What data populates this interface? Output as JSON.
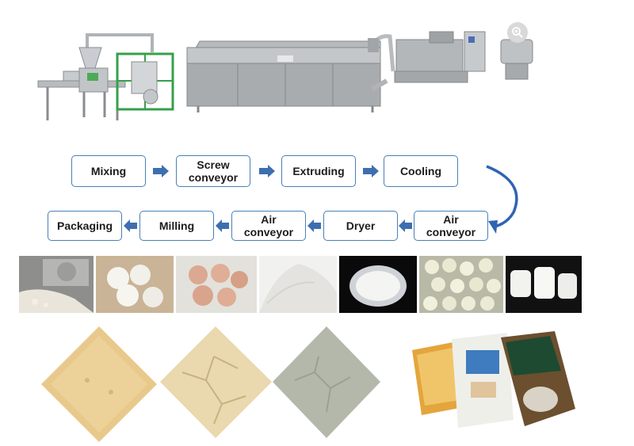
{
  "process": {
    "row1": [
      {
        "lines": [
          "Mixing"
        ]
      },
      {
        "lines": [
          "Screw",
          "conveyor"
        ]
      },
      {
        "lines": [
          "Extruding"
        ]
      },
      {
        "lines": [
          "Cooling"
        ]
      }
    ],
    "row2": [
      {
        "lines": [
          "Air",
          "conveyor"
        ]
      },
      {
        "lines": [
          "Dryer"
        ]
      },
      {
        "lines": [
          "Air",
          "conveyor"
        ]
      },
      {
        "lines": [
          "Milling"
        ]
      },
      {
        "lines": [
          "Packaging"
        ]
      }
    ]
  },
  "colors": {
    "box_border": "#4a7fb8",
    "arrow_fill": "#3d6fb0",
    "curve_stroke": "#2f64b2"
  },
  "icons": {
    "zoom": "zoom-in-icon",
    "arrow": "right-arrow-icon"
  }
}
